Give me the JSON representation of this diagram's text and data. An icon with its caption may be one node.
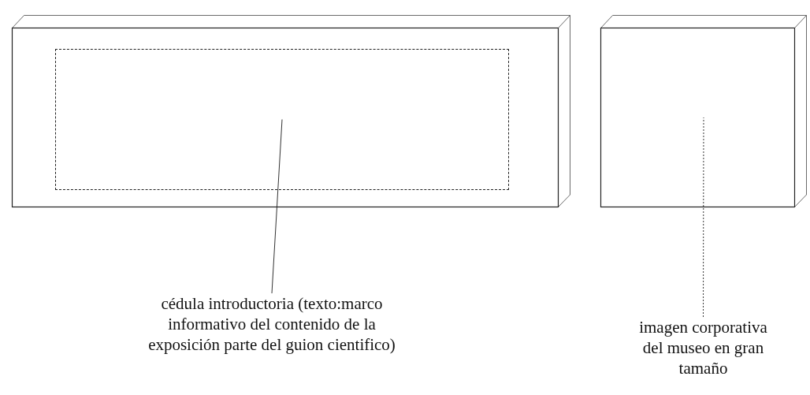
{
  "diagram": {
    "nodes": [
      {
        "text": [],
        "shape": "box"
      },
      {
        "text": [],
        "shape": "box",
        "in": 0
      },
      {
        "text": [
          "cédula introductoria (texto:marco informativo del contenido de la exposición parte del guion cientifico)"
        ]
      },
      {
        "text": [],
        "shape": "box"
      },
      {
        "text": [
          "imagen corporativa del museo en gran tamaño"
        ]
      }
    ],
    "edges": [
      {
        "from": 2,
        "to": 1,
        "arrow": "none"
      },
      {
        "from": 4,
        "to": 3,
        "arrow": "none",
        "style": "dashed"
      }
    ]
  }
}
